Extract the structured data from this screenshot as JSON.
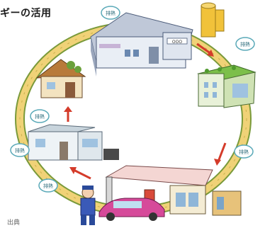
{
  "title": "ギーの活用",
  "badges": [
    "排熱",
    "排熱",
    "排熱",
    "排熱",
    "排熱",
    "排熱"
  ],
  "footer": "出典",
  "colors": {
    "loop": "#f0d277",
    "loop_outline": "#7a9a3a",
    "arrow": "#d43b2a",
    "badge_fill": "#ffffff",
    "badge_stroke": "#5aa9b8"
  },
  "buildings": [
    {
      "name": "factory",
      "sign": "OOO"
    },
    {
      "name": "green-roof-building"
    },
    {
      "name": "gas-station"
    },
    {
      "name": "modern-house"
    },
    {
      "name": "traditional-house"
    },
    {
      "name": "silo"
    }
  ]
}
